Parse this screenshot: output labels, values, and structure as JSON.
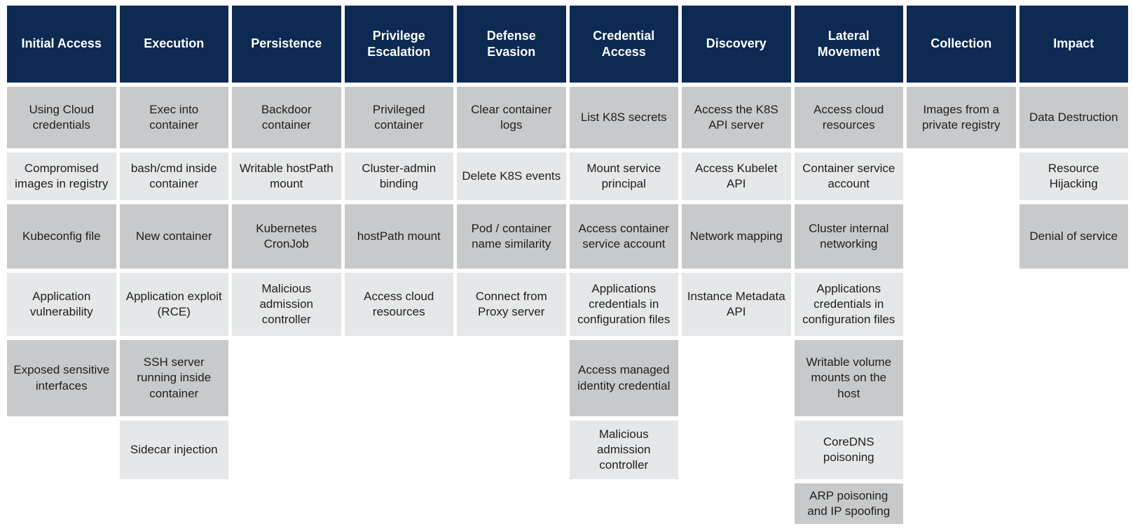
{
  "colors": {
    "background": "#ffffff",
    "header_bg": "#0d2a52",
    "header_text": "#ffffff",
    "cell_dark": "#c8c9ca",
    "cell_light": "#e6e7e8",
    "cell_text": "#1f1f1f"
  },
  "matrix": {
    "columns": [
      {
        "label": "Initial Access",
        "cells": [
          "Using Cloud credentials",
          "Compromised images in registry",
          "Kubeconfig file",
          "Application vulnerability",
          "Exposed sensitive interfaces"
        ]
      },
      {
        "label": "Execution",
        "cells": [
          "Exec into container",
          "bash/cmd inside container",
          "New container",
          "Application exploit (RCE)",
          "SSH server running inside container",
          "Sidecar injection"
        ]
      },
      {
        "label": "Persistence",
        "cells": [
          "Backdoor container",
          "Writable hostPath mount",
          "Kubernetes CronJob",
          "Malicious admission controller"
        ]
      },
      {
        "label": "Privilege Escalation",
        "cells": [
          "Privileged container",
          "Cluster-admin binding",
          "hostPath mount",
          "Access cloud resources"
        ]
      },
      {
        "label": "Defense Evasion",
        "cells": [
          "Clear container logs",
          "Delete K8S events",
          "Pod / container name similarity",
          "Connect from Proxy server"
        ]
      },
      {
        "label": "Credential Access",
        "cells": [
          "List K8S secrets",
          "Mount service principal",
          "Access container service account",
          "Applications credentials in configuration files",
          "Access managed identity credential",
          "Malicious admission controller"
        ]
      },
      {
        "label": "Discovery",
        "cells": [
          "Access the K8S API server",
          "Access Kubelet API",
          "Network mapping",
          "Instance Metadata API"
        ]
      },
      {
        "label": "Lateral Movement",
        "cells": [
          "Access cloud resources",
          "Container service account",
          "Cluster internal networking",
          "Applications credentials in configuration files",
          "Writable volume mounts on the host",
          "CoreDNS poisoning",
          "ARP poisoning and IP spoofing"
        ]
      },
      {
        "label": "Collection",
        "cells": [
          "Images from a private registry"
        ]
      },
      {
        "label": "Impact",
        "cells": [
          "Data Destruction",
          "Resource Hijacking",
          "Denial of service"
        ]
      }
    ]
  }
}
